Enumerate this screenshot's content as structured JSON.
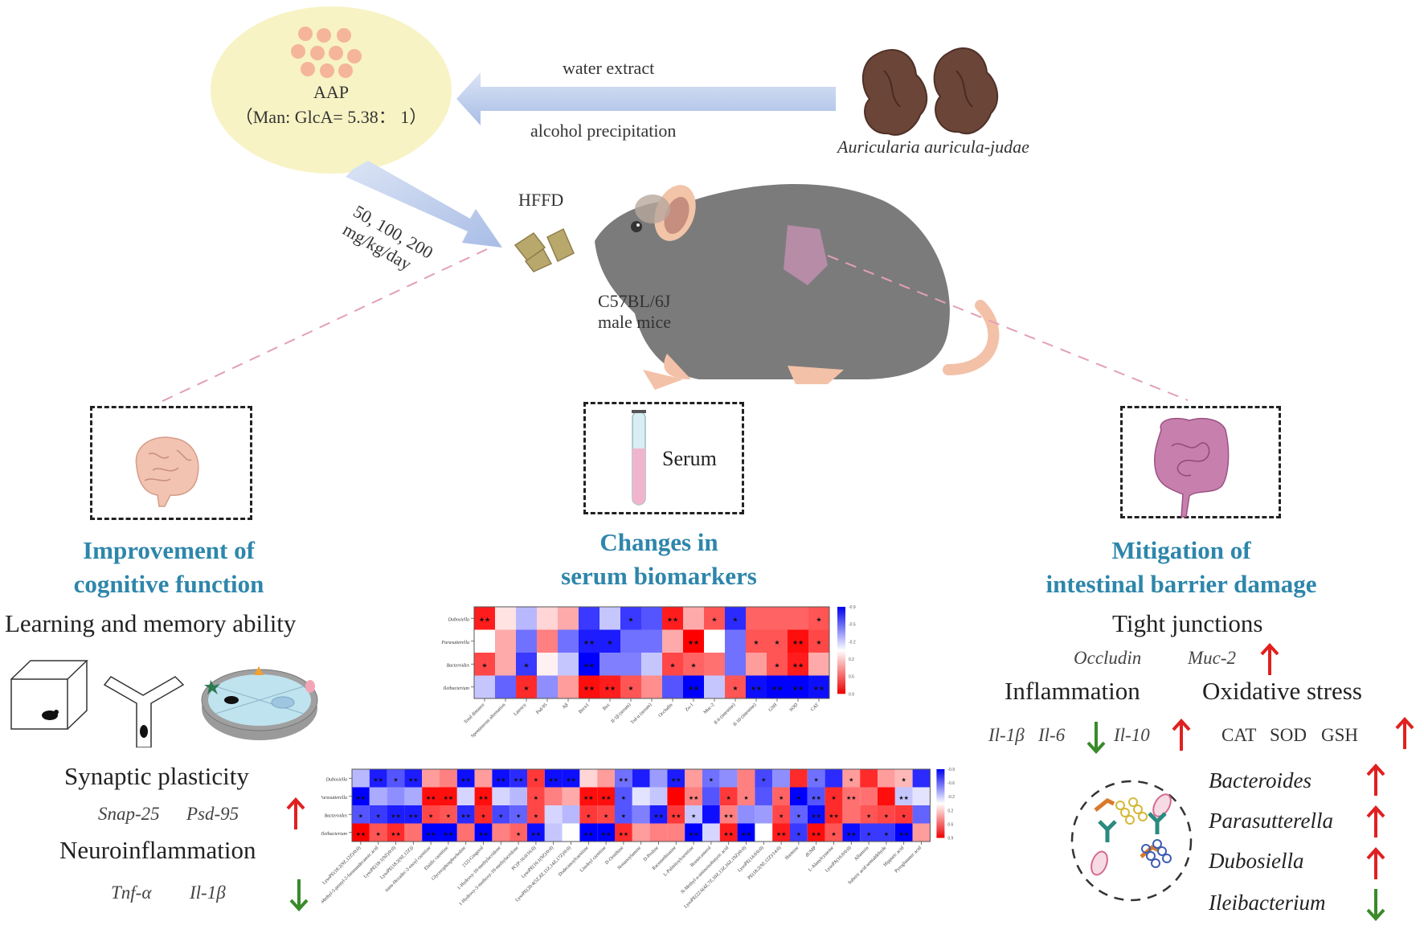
{
  "top": {
    "aap_label": "AAP",
    "aap_ratio": "（Man: GlcA= 5.38： 1）",
    "extract_top": "water extract",
    "extract_bottom": "alcohol precipitation",
    "source_species": "Auricularia auricula-judae",
    "dose_line1": "50, 100, 200",
    "dose_line2": "mg/kg/day",
    "diet_label": "HFFD",
    "mouse_line1": "C57BL/6J",
    "mouse_line2": "male mice",
    "serum_label": "Serum"
  },
  "left": {
    "title_line1": "Improvement of",
    "title_line2": "cognitive function",
    "learning": "Learning and memory ability",
    "synaptic": "Synaptic plasticity",
    "synaptic_genes": [
      "Snap-25",
      "Psd-95"
    ],
    "synaptic_trend": "up",
    "neuro": "Neuroinflammation",
    "neuro_genes": [
      "Tnf-α",
      "Il-1β"
    ],
    "neuro_trend": "down"
  },
  "center": {
    "title_line1": "Changes in",
    "title_line2": "serum biomarkers"
  },
  "right": {
    "title_line1": "Mitigation of",
    "title_line2": "intestinal barrier damage",
    "tight": "Tight junctions",
    "tight_genes": [
      "Occludin",
      "Muc-2"
    ],
    "tight_trend": "up",
    "inflammation": "Inflammation",
    "inflam_down": [
      "Il-1β",
      "Il-6"
    ],
    "inflam_up": [
      "Il-10"
    ],
    "oxidative": "Oxidative stress",
    "oxidative_markers": [
      "CAT",
      "SOD",
      "GSH"
    ],
    "oxidative_trend": "up",
    "bacteria": [
      {
        "name": "Bacteroides",
        "trend": "up"
      },
      {
        "name": "Parasutterella",
        "trend": "up"
      },
      {
        "name": "Dubosiella",
        "trend": "up"
      },
      {
        "name": "Ileibacterium",
        "trend": "down"
      }
    ]
  },
  "colors": {
    "title_blue": "#2e86ab",
    "up_arrow": "#e02020",
    "down_arrow": "#3a8a2a",
    "heat_neg": "#0000ee",
    "heat_pos": "#ee0000",
    "ellipse": "#f7f3c4",
    "arrow_fill": "#b9c9ea"
  },
  "chart_data": [
    {
      "type": "heatmap",
      "title": "Genus vs phenotype correlation",
      "rows": [
        "Dubosiella",
        "Parasutterella",
        "Bacteroides",
        "Ileibacterium"
      ],
      "columns": [
        "Total distance",
        "Spontaneous alternation",
        "Latency",
        "Psd-95",
        "Aβ",
        "Becn1",
        "Bax",
        "Il-1β (serum)",
        "Tnf-α (serum)",
        "Occludin",
        "Zo-1",
        "Muc-2",
        "Il-6 (intestine)",
        "Il-10 (intestine)",
        "GSH",
        "SOD",
        "CAT"
      ],
      "values": [
        [
          0.8,
          0.1,
          -0.25,
          0.15,
          0.3,
          -0.7,
          -0.2,
          -0.7,
          -0.6,
          0.8,
          0.3,
          0.6,
          -0.75,
          0.55,
          0.55,
          0.55,
          0.6
        ],
        [
          0.0,
          0.3,
          -0.5,
          0.45,
          -0.5,
          -0.8,
          -0.8,
          -0.5,
          -0.5,
          0.3,
          0.9,
          0.0,
          -0.5,
          0.6,
          0.6,
          0.85,
          0.65
        ],
        [
          0.65,
          0.3,
          -0.7,
          0.05,
          -0.2,
          -0.95,
          -0.45,
          -0.45,
          -0.2,
          0.65,
          0.55,
          0.5,
          -0.5,
          0.35,
          0.6,
          0.8,
          0.3
        ],
        [
          -0.2,
          -0.55,
          0.75,
          -0.4,
          0.35,
          0.85,
          0.8,
          0.6,
          0.4,
          -0.6,
          -0.95,
          -0.2,
          0.6,
          -0.85,
          -0.9,
          -0.9,
          -0.85
        ]
      ],
      "significance": [
        [
          "**",
          "",
          "",
          "",
          "",
          "",
          "",
          "*",
          "",
          "**",
          "",
          "*",
          "*",
          "",
          "",
          "",
          "*"
        ],
        [
          "",
          "",
          "",
          "",
          "",
          "**",
          "*",
          "",
          "",
          "",
          "**",
          "",
          "",
          "*",
          "*",
          "**",
          "*"
        ],
        [
          "*",
          "",
          "*",
          "",
          "",
          "**",
          "",
          "",
          "",
          "*",
          "*",
          "",
          "",
          "",
          "*",
          "**",
          ""
        ],
        [
          "",
          "",
          "*",
          "",
          "",
          "**",
          "**",
          "*",
          "",
          "",
          "**",
          "",
          "*",
          "**",
          "**",
          "**",
          "**"
        ]
      ],
      "colorbar": {
        "min": -0.9,
        "max": 0.9,
        "ticks": [
          "-0.9",
          "-0.5",
          "-0.2",
          "0.2",
          "0.5",
          "0.9"
        ],
        "low_color": "blue",
        "high_color": "red"
      }
    },
    {
      "type": "heatmap",
      "title": "Genus vs serum metabolite correlation",
      "rows": [
        "Dubosiella",
        "Parasutterella",
        "Bacteroides",
        "Ileibacterium"
      ],
      "columns": [
        "LysoPE(18:2(9Z,12Z)/0:0)",
        "3-Methyl-5-pentyl-2-furanundecanoic acid",
        "LysoPE(18:1(9Z)/0:0)",
        "LysoPE(18:2(9Z,12Z))",
        "trans-Hexadec-2-enoyl carnitine",
        "Elaidic carnitine",
        "Glycerophosphocholine",
        "[12]-Gingerol",
        "1-Hydroxy-10-methylacridone",
        "1-Hydroxy-3-methoxy-10-methylacridone",
        "PC(P-16:0/16:0)",
        "LysoPE(16:1(9Z)/0:0)",
        "LysoPE(20:4(5Z,8Z,11Z,14Z,17Z)/0:0)",
        "Dodecanoylcarnitine",
        "Linoleyl carnitine",
        "D-Ornithine",
        "Nonanoylamine",
        "D-Proline",
        "Racemethionine",
        "L-Palmitoylcarnitine",
        "Brassicasterol",
        "N-Methyl-a-aminoisobutyric acid",
        "LysoPE(22:6(4Z,7Z,10Z,13Z,16Z,19Z)/0:0)",
        "LysoPE(14:0/0:0)",
        "PE(18:2(9Z,12Z)/14:0)",
        "Harmine",
        "dUMP",
        "L-Alanylcysteine",
        "LysoPA(16:0/0:0)",
        "Allantoin",
        "Suberic acid semialdehyde",
        "Hippuric acid",
        "Pyroglutamic acid"
      ],
      "values": [
        [
          -0.25,
          -0.8,
          -0.6,
          -0.8,
          0.35,
          0.45,
          -0.85,
          0.35,
          -0.85,
          -0.75,
          0.7,
          -0.85,
          -0.85,
          0.15,
          0.35,
          -0.5,
          -0.8,
          -0.35,
          -0.8,
          0.35,
          -0.5,
          -0.4,
          0.45,
          -0.65,
          -0.4,
          0.75,
          -0.5,
          -0.75,
          0.35,
          0.75,
          0.35,
          0.25,
          -0.75
        ],
        [
          -0.9,
          -0.3,
          -0.4,
          -0.3,
          0.85,
          0.85,
          -0.15,
          0.85,
          -0.15,
          -0.25,
          0.65,
          0.45,
          0.3,
          0.85,
          0.85,
          -0.6,
          -0.1,
          -0.2,
          0.9,
          0.45,
          -0.6,
          0.7,
          0.45,
          -0.6,
          0.55,
          -0.9,
          -0.6,
          0.75,
          0.5,
          0.5,
          0.85,
          -0.2,
          -0.1
        ],
        [
          -0.6,
          -0.7,
          -0.8,
          -0.8,
          0.65,
          0.6,
          -0.75,
          0.75,
          -0.65,
          -0.55,
          0.65,
          -0.15,
          -0.25,
          0.7,
          0.65,
          -0.6,
          -0.45,
          -0.8,
          0.7,
          -0.2,
          -0.85,
          0.45,
          -0.4,
          -0.35,
          0.65,
          -0.55,
          -0.85,
          0.75,
          0.5,
          0.6,
          0.65,
          0.7,
          -0.55
        ],
        [
          0.9,
          0.6,
          0.75,
          0.5,
          -0.95,
          -0.95,
          0.5,
          -0.95,
          0.45,
          0.55,
          -0.85,
          -0.2,
          0.0,
          -0.95,
          -0.95,
          0.75,
          0.35,
          0.45,
          0.45,
          -0.95,
          -0.15,
          0.8,
          -0.95,
          0.0,
          0.8,
          -0.7,
          0.85,
          0.6,
          -0.85,
          -0.7,
          -0.7,
          -0.95,
          0.35
        ]
      ],
      "significance": [
        [
          "",
          "**",
          "*",
          "**",
          "",
          "",
          "**",
          "",
          "**",
          "**",
          "*",
          "**",
          "**",
          "",
          "",
          "**",
          "",
          "",
          "**",
          "",
          "*",
          "",
          "",
          "*",
          "",
          "",
          "*",
          "",
          "*",
          "",
          "",
          "*",
          ""
        ],
        [
          "**",
          "",
          "",
          "",
          "**",
          "**",
          "",
          "**",
          "",
          "",
          "*",
          "",
          "",
          "**",
          "**",
          "*",
          "",
          "",
          "",
          "**",
          "",
          "*",
          "*",
          "",
          "*",
          "*",
          "**",
          "*",
          "**",
          "",
          "",
          "**",
          ""
        ],
        [
          "*",
          "*",
          "**",
          "**",
          "*",
          "*",
          "**",
          "*",
          "*",
          "*",
          "*",
          "",
          "",
          "*",
          "*",
          "*",
          "",
          "**",
          "**",
          "*",
          "",
          "**",
          "",
          "",
          "*",
          "*",
          "**",
          "**",
          "",
          "*",
          "*",
          "*",
          ""
        ],
        [
          "**",
          "*",
          "**",
          "",
          "**",
          "**",
          "",
          "**",
          "",
          "*",
          "**",
          "",
          "",
          "**",
          "**",
          "**",
          "",
          "",
          "",
          "**",
          "",
          "**",
          "**",
          "",
          "**",
          "*",
          "**",
          "*",
          "**",
          "*",
          "*",
          "**",
          ""
        ]
      ],
      "colorbar": {
        "min": -0.9,
        "max": 0.9,
        "ticks": [
          "-0.9",
          "-0.6",
          "-0.2",
          "0.2",
          "0.6",
          "0.9"
        ],
        "low_color": "blue",
        "high_color": "red"
      }
    }
  ]
}
